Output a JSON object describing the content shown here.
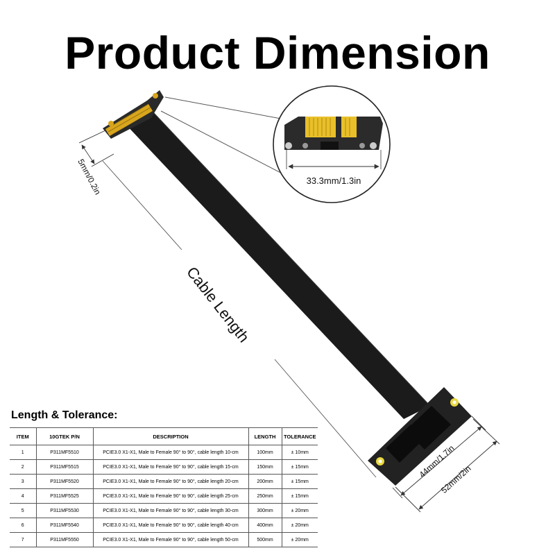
{
  "title": "Product Dimension",
  "dimensions": {
    "connector_width": "33.3mm/1.3in",
    "thickness": "5mm/0.2in",
    "cable_length": "Cable Length",
    "board_inner": "44mm/1.7in",
    "board_outer": "52mm/2in"
  },
  "table": {
    "title": "Length & Tolerance:",
    "headers": [
      "ITEM",
      "10GTEK P/N",
      "DESCRIPTION",
      "LENGTH",
      "TOLERANCE"
    ],
    "rows": [
      [
        "1",
        "P311MF5510",
        "PCIE3.0 X1-X1, Male to Female 90° to 90°, cable length 10-cm",
        "100mm",
        "± 10mm"
      ],
      [
        "2",
        "P311MF5515",
        "PCIE3.0 X1-X1, Male to Female 90° to 90°, cable length 15-cm",
        "150mm",
        "± 15mm"
      ],
      [
        "3",
        "P311MF5520",
        "PCIE3.0 X1-X1, Male to Female 90° to 90°, cable length 20-cm",
        "200mm",
        "± 15mm"
      ],
      [
        "4",
        "P311MF5525",
        "PCIE3.0 X1-X1, Male to Female 90° to 90°, cable length 25-cm",
        "250mm",
        "± 15mm"
      ],
      [
        "5",
        "P311MF5530",
        "PCIE3.0 X1-X1, Male to Female 90° to 90°, cable length 30-cm",
        "300mm",
        "± 20mm"
      ],
      [
        "6",
        "P311MF5540",
        "PCIE3.0 X1-X1, Male to Female 90° to 90°, cable length 40-cm",
        "400mm",
        "± 20mm"
      ],
      [
        "7",
        "P311MF5550",
        "PCIE3.0 X1-X1, Male to Female 90° to 90°, cable length 50-cm",
        "500mm",
        "± 20mm"
      ]
    ]
  },
  "colors": {
    "cable": "#1b1b1b",
    "gold": "#d8a51c",
    "board": "#222222",
    "line": "#444444"
  }
}
